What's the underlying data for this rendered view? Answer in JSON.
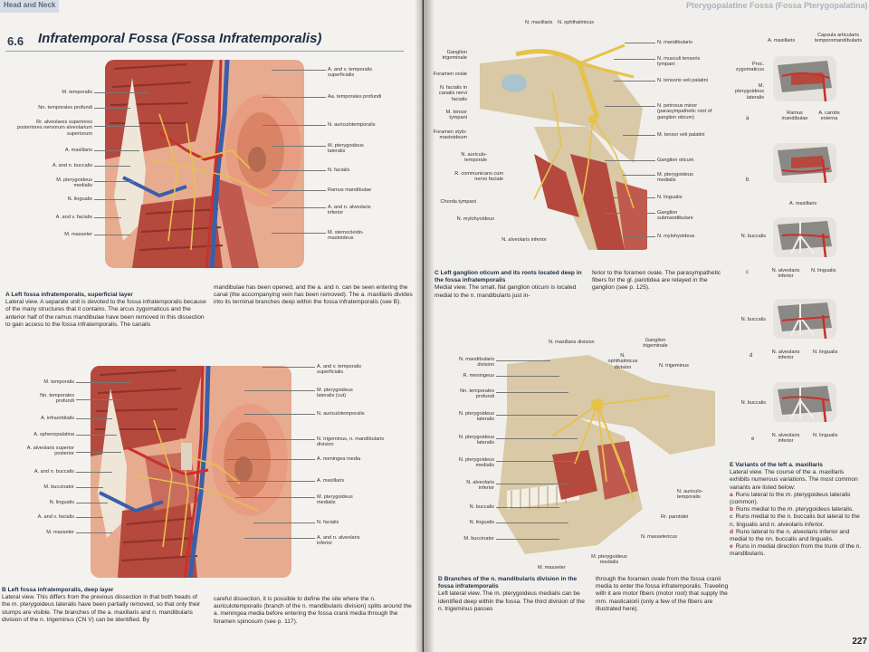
{
  "left_page": {
    "running_head": "Head and Neck",
    "section_number": "6.6",
    "section_title": "Infratemporal Fossa (Fossa Infratemporalis)",
    "figure_a": {
      "labels_left": [
        "M. temporalis",
        "Nn. temporales profundi",
        "Rr. alveolares superiores posteriores nervorum alveolarium superiorum",
        "A. maxillaris",
        "A. and n. buccalis",
        "M. pterygoideus medialis",
        "N. lingualis",
        "A. and v. facialis",
        "M. masseter"
      ],
      "labels_right": [
        "A. and v. temporalis superficialis",
        "Aa. temporales profundi",
        "N. auriculotemporalis",
        "M. pterygoideus lateralis",
        "N. facialis",
        "Ramus mandibulae",
        "A. and n. alveolaris inferior",
        "M. sternocleido-mastoideus"
      ],
      "caption_title": "A Left fossa infratemporalis, superficial layer",
      "caption_col1": "Lateral view. A separate unit is devoted to the fossa infratemporalis because of the many structures that it contains. The arcus zygomaticus and the anterior half of the ramus mandibulae have been removed in this dissection to gain access to the fossa infratemporalis. The canalis",
      "caption_col2": "mandibulae has been opened, and the a. and n. can be seen entering the canal (the accompanying vein has been removed). The a. maxillaris divides into its terminal branches deep within the fossa infratemporalis (see B)."
    },
    "figure_b": {
      "labels_left": [
        "M. temporalis",
        "Nn. temporales profundi",
        "A. infraorbitalis",
        "A. sphenopalatina",
        "A. alveolaris superior posterior",
        "A. and n. buccalis",
        "M. buccinator",
        "N. lingualis",
        "A. and v. facialis",
        "M. masseter"
      ],
      "labels_right": [
        "A. and v. temporalis superficialis",
        "M. pterygoideus lateralis (cut)",
        "N. auriculotemporalis",
        "N. trigeminus, n. mandibularis division",
        "A. meningea media",
        "A. maxillaris",
        "M. pterygoideus medialis",
        "N. facialis",
        "A. and n. alveolaris inferior"
      ],
      "caption_title": "B Left fossa infratemporalis, deep layer",
      "caption_col1": "Lateral view. This differs from the previous dissection in that both heads of the m. pterygoideus lateralis have been partially removed, so that only their stumps are visible. The branches of the a. maxillaris and n. mandibularis division of the n. trigeminus (CN V) can be identified. By",
      "caption_col2": "careful dissection, it is possible to define the site where the n. auriculotemporalis (branch of the n. mandibularis division) splits around the a. meningea media before entering the fossa cranii media through the foramen spinosum (see p. 117)."
    }
  },
  "right_page": {
    "running_head": "Pterygopalatine Fossa (Fossa Pterygopalatina)",
    "page_number": "227",
    "figure_c": {
      "labels_left": [
        "Ganglion trigeminale",
        "Foramen ovale",
        "N. facialis in canalis nervi facialis",
        "M. tensor tympani",
        "Foramen stylo-mastoideum",
        "N. auriculo-temporale",
        "R. communicans cum nervo faciale",
        "Chorda tympani",
        "N. mylohyoideus",
        "N. alveolaris inferior"
      ],
      "labels_top": [
        "N. maxillaris",
        "N. ophthalmicus"
      ],
      "labels_right": [
        "N. mandibularis",
        "N. musculi tensoris tympani",
        "N. tensoris veli palatini",
        "N. petrosus minor (parasympathetic root of ganglion oticum)",
        "M. tensor veli palatini",
        "Ganglion oticum",
        "M. pterygoideus medialis",
        "N. lingualis",
        "Ganglion submandibulare",
        "N. mylohyoideus"
      ],
      "caption_title": "C Left ganglion oticum and its roots located deep in the fossa infratemporalis",
      "caption_col1": "Medial view. The small, flat ganglion oticum is located medial to the n. mandibularis just in-",
      "caption_col2": "ferior to the foramen ovale. The parasympathetic fibers for the gl. parotidea are relayed in the ganglion (see p. 125)."
    },
    "figure_d": {
      "labels_top": [
        "N. maxillaris division",
        "N. ophthalmicus division",
        "Ganglion trigeminale",
        "N. trigeminus"
      ],
      "labels_left": [
        "N. mandibularis division",
        "R. meningeus",
        "Nn. temporales profundi",
        "N. pterygoideus lateralis",
        "N. pterygoideus lateralis",
        "N. pterygoideus medialis",
        "N. alveolaris inferior",
        "N. buccalis",
        "N. lingualis",
        "M. buccinator"
      ],
      "labels_bottom": [
        "M. masseter",
        "M. pterygoideus medialis",
        "N. massetericus",
        "Rr. parotidei",
        "N. auriculo-temporalis"
      ],
      "caption_title": "D Branches of the n. mandibularis division in the fossa infratemporalis",
      "caption_col1": "Left lateral view. The m. pterygoideus medialis can be identified deep within the fossa. The third division of the n. trigeminus passes",
      "caption_col2": "through the foramen ovale from the fossa cranii media to enter the fossa infratemporalis. Traveling with it are motor fibers (motor root) that supply the mm. masticatorii (only a few of the fibers are illustrated here)."
    },
    "figure_e": {
      "panel_a_labels": [
        "A. maxillaris",
        "Capsula articularis temporomandibularis",
        "Proc. zygomaticus",
        "M. pterygoideus lateralis",
        "Ramus mandibulae",
        "A. carotis externa"
      ],
      "panel_c_labels": [
        "A. maxillaris",
        "N. buccalis",
        "N. alveolaris inferior",
        "N. lingualis"
      ],
      "panel_d_labels": [
        "N. buccalis",
        "N. alveolaris inferior",
        "N. lingualis"
      ],
      "panel_e_labels": [
        "N. buccalis",
        "N. alveolaris inferior",
        "N. lingualis"
      ],
      "panel_letters": [
        "a",
        "b",
        "c",
        "d",
        "e"
      ],
      "caption_title": "E Variants of the left a. maxillaris",
      "caption_intro": "Lateral view. The course of the a. maxillaris exhibits numerous variations. The most common variants are listed below:",
      "variants": [
        {
          "letter": "a",
          "text": "Runs lateral to the m. pterygoideus lateralis (common)."
        },
        {
          "letter": "b",
          "text": "Runs medial to the m. pterygoideus lateralis."
        },
        {
          "letter": "c",
          "text": "Runs medial to the n. buccalis but lateral to the n. lingualis and n. alveolaris inferior."
        },
        {
          "letter": "d",
          "text": "Runs lateral to the n. alveolaris inferior and medial to the nn. buccalis and lingualis."
        },
        {
          "letter": "e",
          "text": "Runs in medial direction from the trunk of the n. mandibularis."
        }
      ]
    }
  },
  "colors": {
    "title_blue": "#1d2e45",
    "muscle_red": "#b5493e",
    "nerve_yellow": "#e6c24a",
    "artery_red": "#c8312a",
    "vein_blue": "#3a5fa8",
    "bone": "#d9c9a6",
    "skin": "#e8a88c"
  }
}
